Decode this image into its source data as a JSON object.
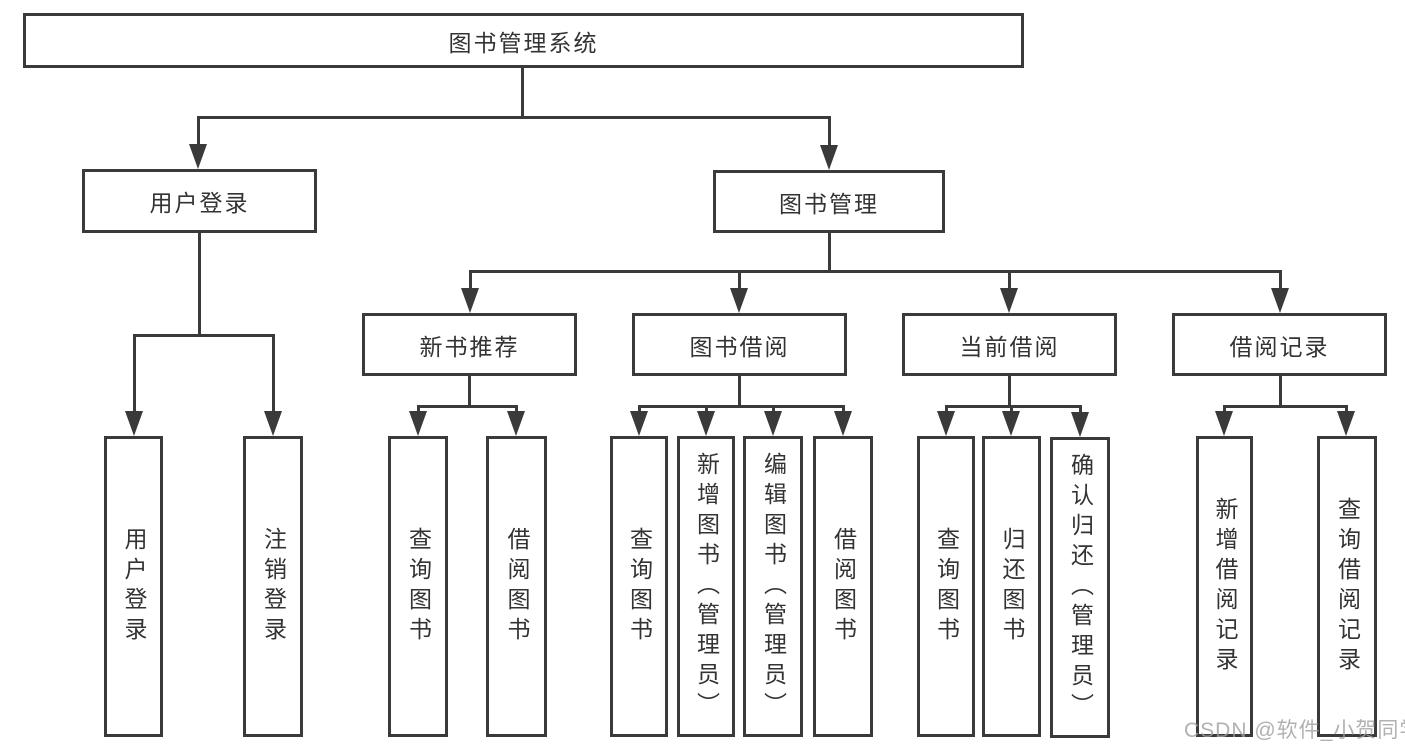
{
  "diagram": {
    "root": {
      "label": "图书管理系统"
    },
    "level2": [
      {
        "id": "user-login",
        "label": "用户登录"
      },
      {
        "id": "book-management",
        "label": "图书管理"
      }
    ],
    "level3": [
      {
        "id": "new-book-recommend",
        "parent": "book-management",
        "label": "新书推荐"
      },
      {
        "id": "book-borrowing",
        "parent": "book-management",
        "label": "图书借阅"
      },
      {
        "id": "current-borrowing",
        "parent": "book-management",
        "label": "当前借阅"
      },
      {
        "id": "borrowing-records",
        "parent": "book-management",
        "label": "借阅记录"
      }
    ],
    "leaves": [
      {
        "parent": "user-login",
        "label": "用户登录"
      },
      {
        "parent": "user-login",
        "label": "注销登录"
      },
      {
        "parent": "new-book-recommend",
        "label": "查询图书"
      },
      {
        "parent": "new-book-recommend",
        "label": "借阅图书"
      },
      {
        "parent": "book-borrowing",
        "label": "查询图书"
      },
      {
        "parent": "book-borrowing",
        "label": "新增图书（管理员）"
      },
      {
        "parent": "book-borrowing",
        "label": "编辑图书（管理员）"
      },
      {
        "parent": "book-borrowing",
        "label": "借阅图书"
      },
      {
        "parent": "current-borrowing",
        "label": "查询图书"
      },
      {
        "parent": "current-borrowing",
        "label": "归还图书"
      },
      {
        "parent": "current-borrowing",
        "label": "确认归还（管理员）"
      },
      {
        "parent": "borrowing-records",
        "label": "新增借阅记录"
      },
      {
        "parent": "borrowing-records",
        "label": "查询借阅记录"
      }
    ]
  },
  "watermark": {
    "text": "CSDN @软件_小贺同学"
  },
  "colors": {
    "line": "#3a3a3a",
    "text": "#333333",
    "watermark": "#9e9e9e",
    "background": "#ffffff"
  }
}
